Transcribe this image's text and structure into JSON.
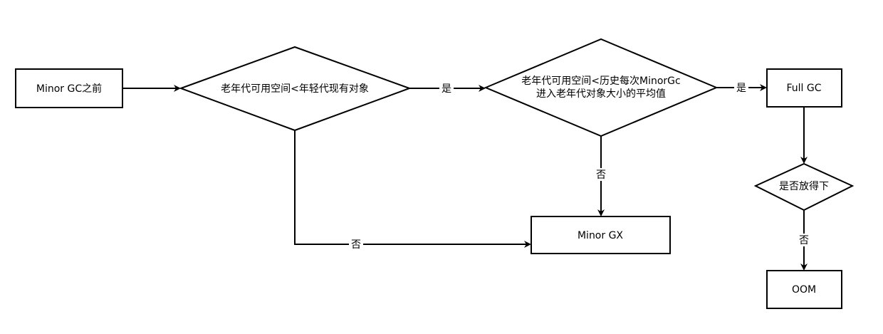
{
  "nodes": {
    "start": "Minor GC之前",
    "decision1": "老年代可用空间<年轻代现有对象",
    "decision2_line1": "老年代可用空间<历史每次MinorGc",
    "decision2_line2": "进入老年代对象大小的平均值",
    "full_gc": "Full GC",
    "decision3": "是否放得下",
    "minor_gx": "Minor GX",
    "oom": "OOM"
  },
  "edges": {
    "d1_to_d2": "是",
    "d2_to_fullgc": "是",
    "d2_to_minorgx": "否",
    "d1_to_minorgx": "否",
    "d3_to_oom": "否"
  }
}
